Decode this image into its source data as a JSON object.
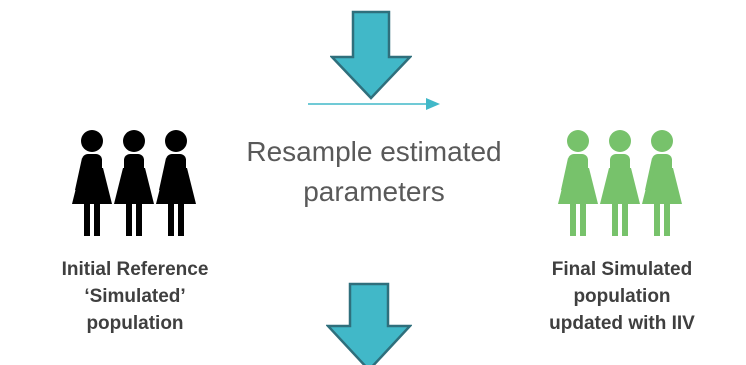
{
  "center_label": {
    "line1": "Resample estimated",
    "line2": "parameters"
  },
  "left_group": {
    "icon": "women-group-icon",
    "color": "#000000",
    "caption": {
      "line1": "Initial Reference",
      "line2": "‘Simulated’",
      "line3": "population"
    }
  },
  "right_group": {
    "icon": "women-group-icon",
    "color": "#77c26b",
    "caption": {
      "line1": "Final Simulated",
      "line2": "population",
      "line3": "updated with IIV"
    }
  },
  "colors": {
    "arrow_fill": "#41b8c8",
    "arrow_stroke": "#2f6f7c",
    "connector": "#41b8c8",
    "text": "#595959",
    "caption": "#3f3f3f"
  }
}
